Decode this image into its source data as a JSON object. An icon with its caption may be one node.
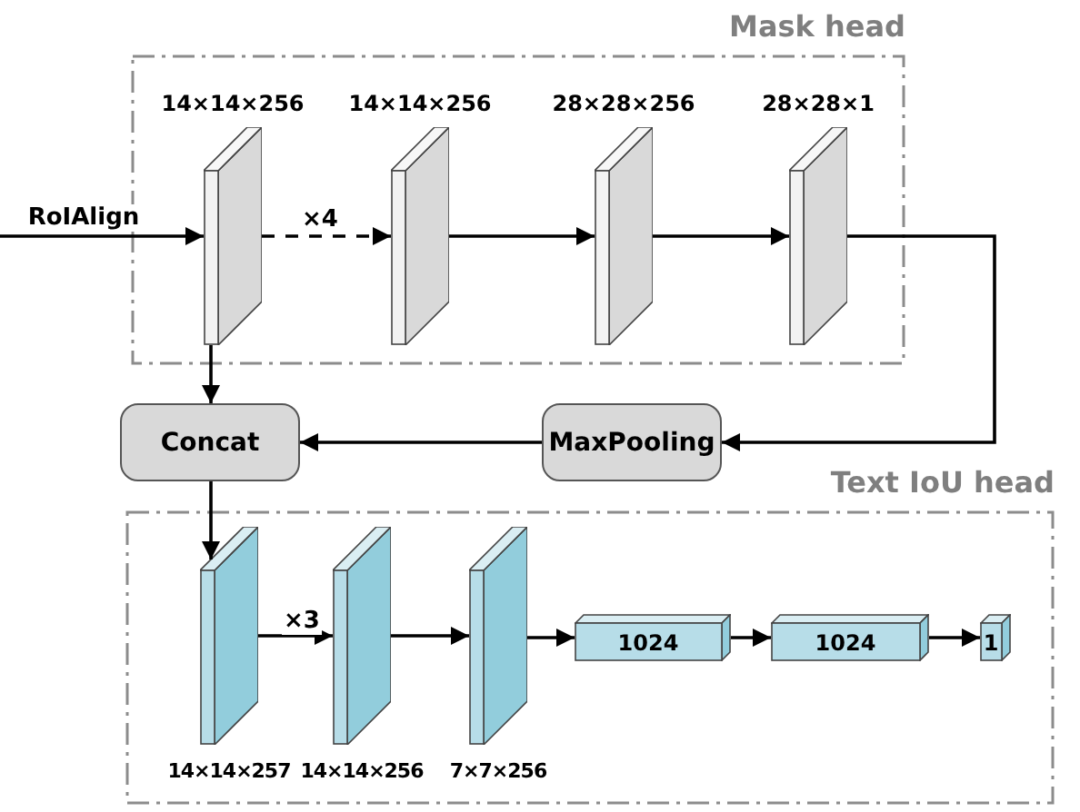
{
  "diagram": {
    "nodes": [
      {
        "text": [
          "Mask head"
        ]
      },
      {
        "text": [],
        "shape": "box",
        "in": 0,
        "beside": [
          "14×14×256"
        ]
      },
      {
        "text": [],
        "shape": "box",
        "in": 0,
        "beside": [
          "14×14×256"
        ]
      },
      {
        "text": [],
        "shape": "box",
        "in": 0,
        "beside": [
          "28×28×256"
        ]
      },
      {
        "text": [],
        "shape": "box",
        "in": 0,
        "beside": [
          "28×28×1"
        ]
      },
      {
        "text": [
          "Concat"
        ]
      },
      {
        "text": [
          "MaxPooling"
        ]
      },
      {
        "text": [
          "Text IoU head"
        ]
      },
      {
        "text": [],
        "shape": "box",
        "in": 7,
        "beside": [
          "14×14×257"
        ]
      },
      {
        "text": [],
        "shape": "box",
        "in": 7,
        "beside": [
          "14×14×256"
        ]
      },
      {
        "text": [],
        "shape": "box",
        "in": 7,
        "beside": [
          "7×7×256"
        ]
      },
      {
        "text": [
          "1024"
        ],
        "in": 7
      },
      {
        "text": [
          "1024"
        ],
        "in": 7
      },
      {
        "text": [
          "1"
        ],
        "in": 7
      }
    ],
    "edges": [
      {
        "from": null,
        "to": 1,
        "arrow": "to",
        "label": "RoIAlign"
      },
      {
        "from": 1,
        "to": 2,
        "arrow": "to",
        "label": "×4",
        "style": "dashed"
      },
      {
        "from": 2,
        "to": 3,
        "arrow": "to"
      },
      {
        "from": 3,
        "to": 4,
        "arrow": "to"
      },
      {
        "from": 4,
        "to": 6,
        "arrow": "to"
      },
      {
        "from": 1,
        "to": 5,
        "arrow": "to"
      },
      {
        "from": 6,
        "to": 5,
        "arrow": "to"
      },
      {
        "from": 5,
        "to": 8,
        "arrow": "to"
      },
      {
        "from": 8,
        "to": 9,
        "arrow": "to",
        "label": "×3"
      },
      {
        "from": 9,
        "to": 10,
        "arrow": "to"
      },
      {
        "from": 10,
        "to": 11,
        "arrow": "to"
      },
      {
        "from": 11,
        "to": 12,
        "arrow": "to"
      },
      {
        "from": 12,
        "to": 13,
        "arrow": "to"
      }
    ]
  }
}
